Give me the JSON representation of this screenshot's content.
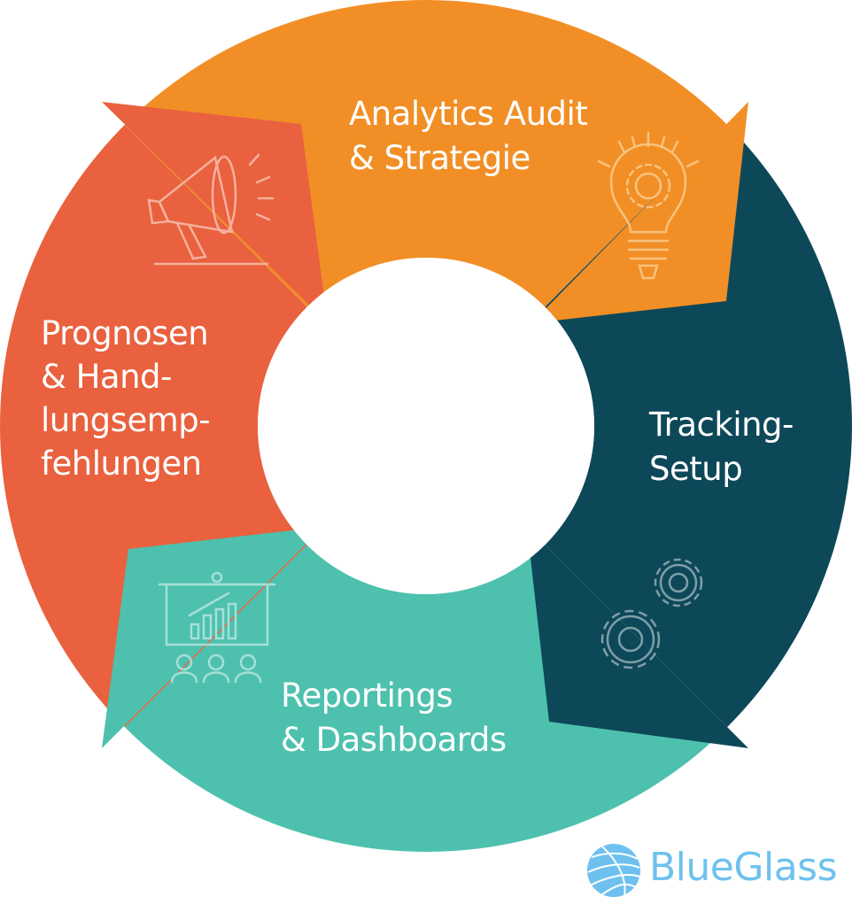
{
  "colors": {
    "orange": "#f18f26",
    "dark_teal": "#0d4859",
    "green": "#4dc1ad",
    "red": "#e9613e",
    "brand": "#6ec1ee"
  },
  "steps": [
    {
      "lines": [
        "Analytics Audit",
        "& Strategie"
      ],
      "icon": "lightbulb-gear-icon"
    },
    {
      "lines": [
        "Tracking-",
        "Setup"
      ],
      "icon": "gears-icon"
    },
    {
      "lines": [
        "Reportings",
        "& Dashboards"
      ],
      "icon": "presentation-chart-icon"
    },
    {
      "lines": [
        "Prognosen",
        "& Hand-",
        "lungsemp-",
        "fehlungen"
      ],
      "icon": "megaphone-icon"
    }
  ],
  "brand": {
    "name": "BlueGlass",
    "icon": "globe-icon"
  }
}
